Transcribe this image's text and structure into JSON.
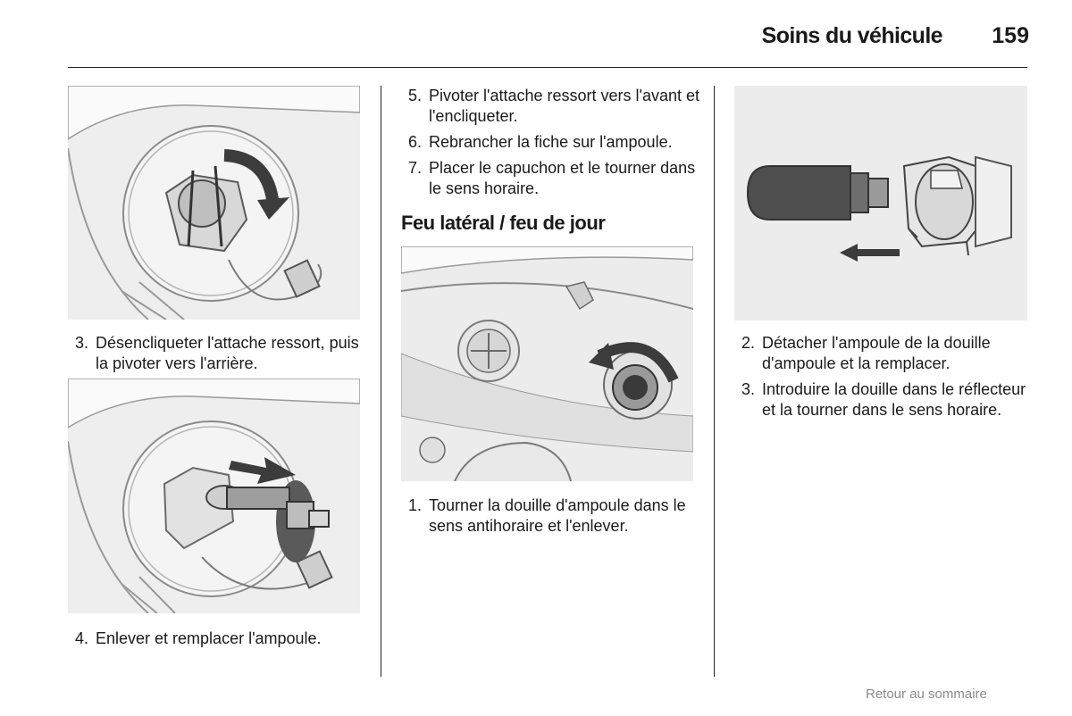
{
  "header": {
    "title": "Soins du véhicule",
    "page_number": "159"
  },
  "column_left": {
    "steps_a": [
      {
        "num": "3.",
        "text": "Désencliqueter l'attache ressort, puis la pivoter vers l'arrière."
      }
    ],
    "steps_b": [
      {
        "num": "4.",
        "text": "Enlever et remplacer l'ampoule."
      }
    ]
  },
  "column_middle": {
    "steps_a": [
      {
        "num": "5.",
        "text": "Pivoter l'attache ressort vers l'avant et l'encliqueter."
      },
      {
        "num": "6.",
        "text": "Rebrancher la fiche sur l'ampoule."
      },
      {
        "num": "7.",
        "text": "Placer le capuchon et le tourner dans le sens horaire."
      }
    ],
    "section_heading": "Feu latéral / feu de jour",
    "steps_b": [
      {
        "num": "1.",
        "text": "Tourner la douille d'ampoule dans le sens antihoraire et l'enlever."
      }
    ]
  },
  "column_right": {
    "steps": [
      {
        "num": "2.",
        "text": "Détacher l'ampoule de la douille d'ampoule et la remplacer."
      },
      {
        "num": "3.",
        "text": "Introduire la douille dans le réflecteur et la tourner dans le sens horaire."
      }
    ]
  },
  "footer": {
    "back_link": "Retour au sommaire"
  }
}
